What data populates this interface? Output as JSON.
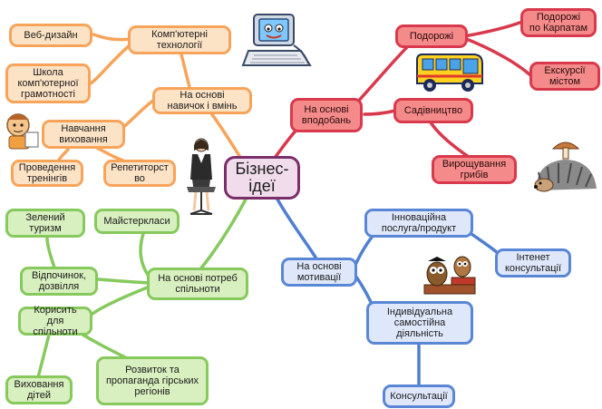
{
  "center": "Бізнес-\nідеї",
  "skills": {
    "branch": "На основі\nнавичок і вмінь",
    "computer_tech": "Комп'ютерні\nтехнології",
    "web_design": "Веб-дизайн",
    "computer_school": "Школа\nкомп'ютерної\nграмотності",
    "training": "Навчання\nвиховання",
    "trainings": "Проведення\nтренінгів",
    "tutor": "Репетиторст\nво"
  },
  "hobbies": {
    "branch": "На основі\nвподобань",
    "travel": "Подорожі",
    "carpathians": "Подорожі\nпо Карпатам",
    "city_tours": "Екскурсії\nмістом",
    "gardening": "Садівництво",
    "mushrooms": "Вирощування\nгрибів"
  },
  "needs": {
    "branch": "На основі потреб\nспільноти",
    "green_tourism": "Зелений\nтуризм",
    "workshops": "Майстеркласи",
    "leisure": "Відпочинок,\nдозвілля",
    "benefit": "Корисить для\nспільноти",
    "childcare": "Виховання\nдітей",
    "development": "Розвиток та\nпропаганда гірських\nрегіонів"
  },
  "motivation": {
    "branch": "На основі\nмотивації",
    "innovation": "Інноваційна\nпослуга/продукт",
    "internet": "Інтенет\nконсультації",
    "individual": "Індивідуальна\nсамостійна\nдіяльність",
    "consulting": "Консультації"
  },
  "colors": {
    "orange": "#f7a45a",
    "red": "#d9394c",
    "green": "#86c95d",
    "blue": "#4f7fd2",
    "center": "#7a2e6a"
  },
  "icons": [
    "computer-icon",
    "student-icon",
    "businesswoman-icon",
    "bus-icon",
    "hedgehog-mushroom-icon",
    "owls-icon"
  ]
}
